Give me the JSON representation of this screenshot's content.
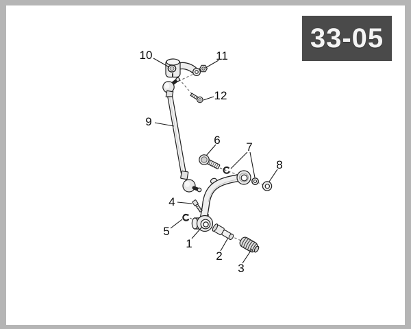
{
  "badge": {
    "text": "33-05"
  },
  "colors": {
    "badge_background": "#4a4a4a",
    "badge_text": "#f4f4f4",
    "frame_border": "#b5b5b5",
    "paper": "#ffffff",
    "line_art": "#222222"
  },
  "diagram": {
    "callouts": [
      "1",
      "2",
      "3",
      "4",
      "5",
      "6",
      "7",
      "8",
      "9",
      "10",
      "11",
      "12"
    ]
  }
}
